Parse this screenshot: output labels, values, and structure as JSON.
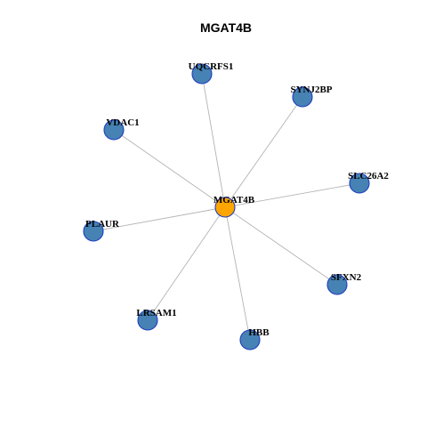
{
  "title": "MGAT4B",
  "colors": {
    "hub_fill": "#ffa500",
    "leaf_fill": "#4682b4",
    "node_border": "#1f3fbf",
    "edge": "#b4b4b4",
    "background": "#ffffff"
  },
  "graph": {
    "hub": {
      "id": "MGAT4B",
      "label": "MGAT4B"
    },
    "nodes": [
      {
        "id": "UQCRFS1",
        "label": "UQCRFS1"
      },
      {
        "id": "SYNJ2BP",
        "label": "SYNJ2BP"
      },
      {
        "id": "VDAC1",
        "label": "VDAC1"
      },
      {
        "id": "SLC26A2",
        "label": "SLC26A2"
      },
      {
        "id": "PLAUR",
        "label": "PLAUR"
      },
      {
        "id": "SFXN2",
        "label": "SFXN2"
      },
      {
        "id": "LRSAM1",
        "label": "LRSAM1"
      },
      {
        "id": "HBB",
        "label": "HBB"
      }
    ],
    "edges": [
      [
        "MGAT4B",
        "UQCRFS1"
      ],
      [
        "MGAT4B",
        "SYNJ2BP"
      ],
      [
        "MGAT4B",
        "VDAC1"
      ],
      [
        "MGAT4B",
        "SLC26A2"
      ],
      [
        "MGAT4B",
        "PLAUR"
      ],
      [
        "MGAT4B",
        "SFXN2"
      ],
      [
        "MGAT4B",
        "LRSAM1"
      ],
      [
        "MGAT4B",
        "HBB"
      ]
    ]
  }
}
